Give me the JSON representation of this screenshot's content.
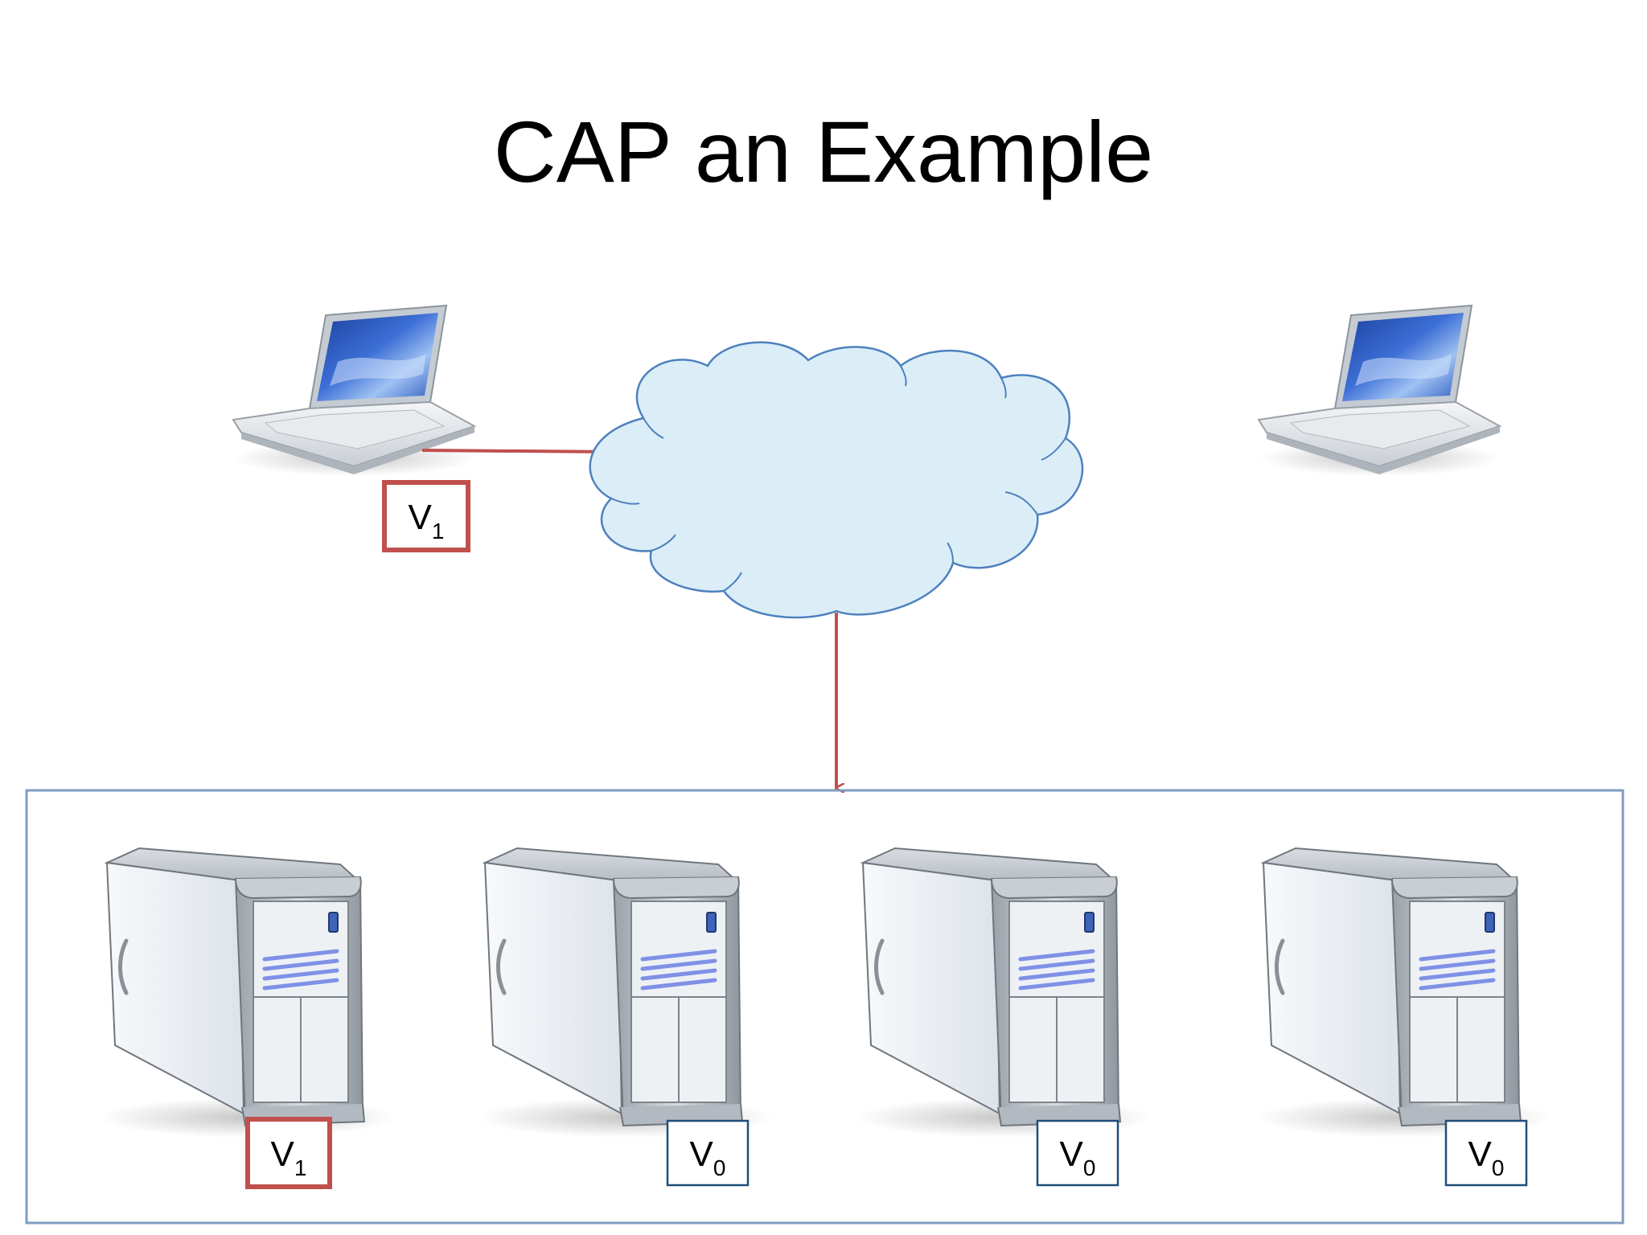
{
  "slide": {
    "title": "CAP an Example"
  },
  "client_left": {
    "value_main": "V",
    "value_sub": "1"
  },
  "servers": [
    {
      "value_main": "V",
      "value_sub": "1"
    },
    {
      "value_main": "V",
      "value_sub": "0"
    },
    {
      "value_main": "V",
      "value_sub": "0"
    },
    {
      "value_main": "V",
      "value_sub": "0"
    }
  ],
  "colors": {
    "updated_value_border": "#c0504d",
    "stale_value_border": "#1f4e79",
    "connection_line": "#c0504d",
    "cloud_fill": "#dbeef8",
    "cloud_stroke": "#4f81bd",
    "cluster_border": "#7e9cc0"
  },
  "icons": {
    "client": "laptop-icon",
    "network": "cloud-icon",
    "server": "server-tower-icon"
  }
}
